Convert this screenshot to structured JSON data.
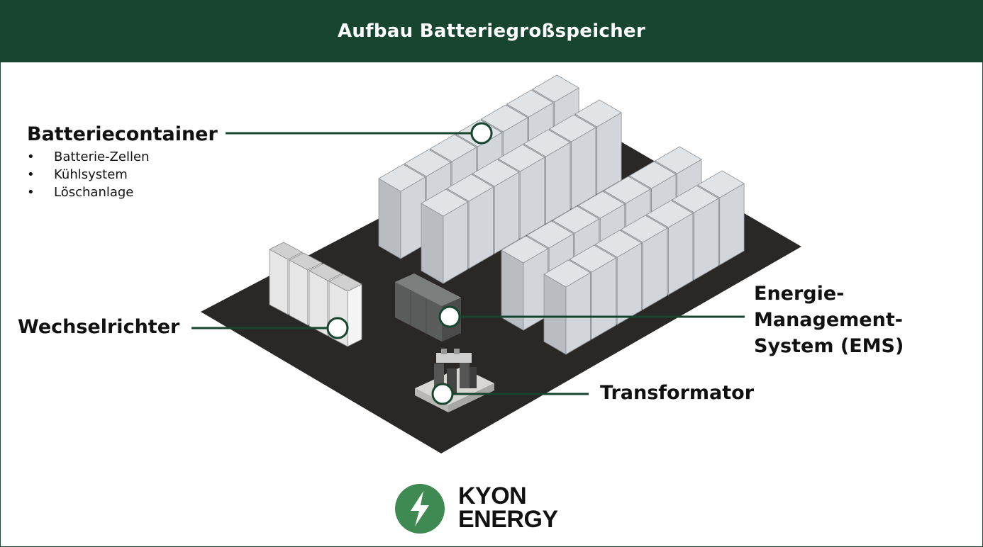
{
  "header": {
    "title": "Aufbau Batteriegroßspeicher"
  },
  "labels": {
    "battery": {
      "title": "Batteriecontainer",
      "bullets": [
        "Batterie-Zellen",
        "Kühlsystem",
        "Löschanlage"
      ]
    },
    "inverter": {
      "title": "Wechselrichter"
    },
    "ems": {
      "lines": [
        "Energie-",
        "Management-",
        "System (EMS)"
      ]
    },
    "transformer": {
      "title": "Transformator"
    }
  },
  "logo": {
    "icon": "lightning-bolt-icon",
    "line1": "KYON",
    "line2": "ENERGY"
  },
  "colors": {
    "brand_green": "#17452f",
    "logo_green": "#3f8a52",
    "ground": "#2a2827",
    "container": "#c9cdd1",
    "text": "#111111"
  }
}
